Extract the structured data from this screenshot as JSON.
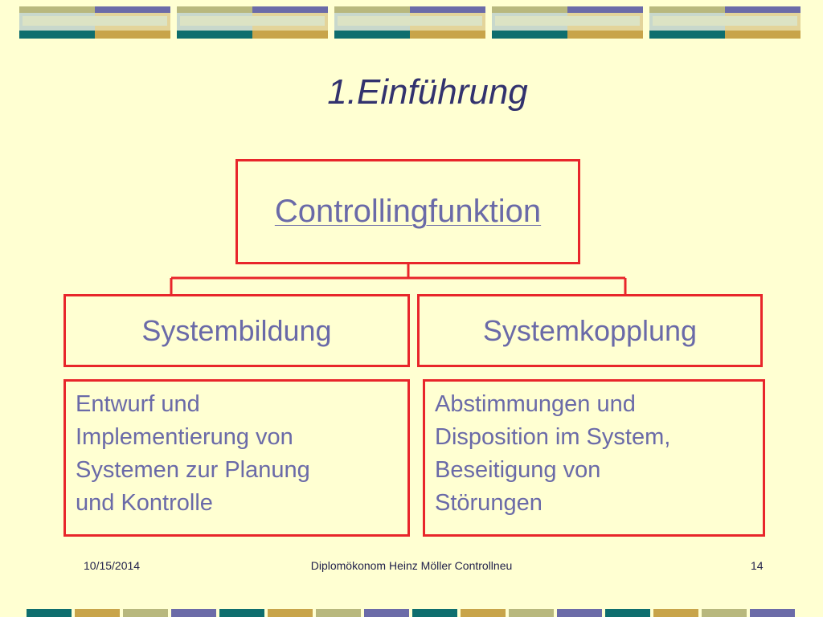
{
  "title": "1.Einführung",
  "diagram": {
    "root": "Controllingfunktion",
    "children": [
      {
        "label": "Systembildung",
        "description": "Entwurf und Implementierung von Systemen zur Planung und Kontrolle",
        "lines": [
          "Entwurf und",
          "Implementierung von",
          "Systemen zur Planung",
          "und Kontrolle"
        ]
      },
      {
        "label": "Systemkopplung",
        "description": "Abstimmungen und Disposition im System, Beseitigung von Störungen",
        "lines": [
          "Abstimmungen und",
          "Disposition im System,",
          "Beseitigung von",
          "Störungen"
        ]
      }
    ]
  },
  "footer": {
    "date": "10/15/2014",
    "center": "Diplomökonom Heinz Möller   Controllneu",
    "page": "14"
  },
  "colors": {
    "background": "#FFFFD2",
    "box_border": "#E8262B",
    "box_text": "#6A6AA8",
    "title_text": "#32326E",
    "deco_purple": "#6B6BA8",
    "deco_olive": "#B8B87E",
    "deco_teal": "#0E6E6E",
    "deco_mustard": "#C8A44A"
  }
}
